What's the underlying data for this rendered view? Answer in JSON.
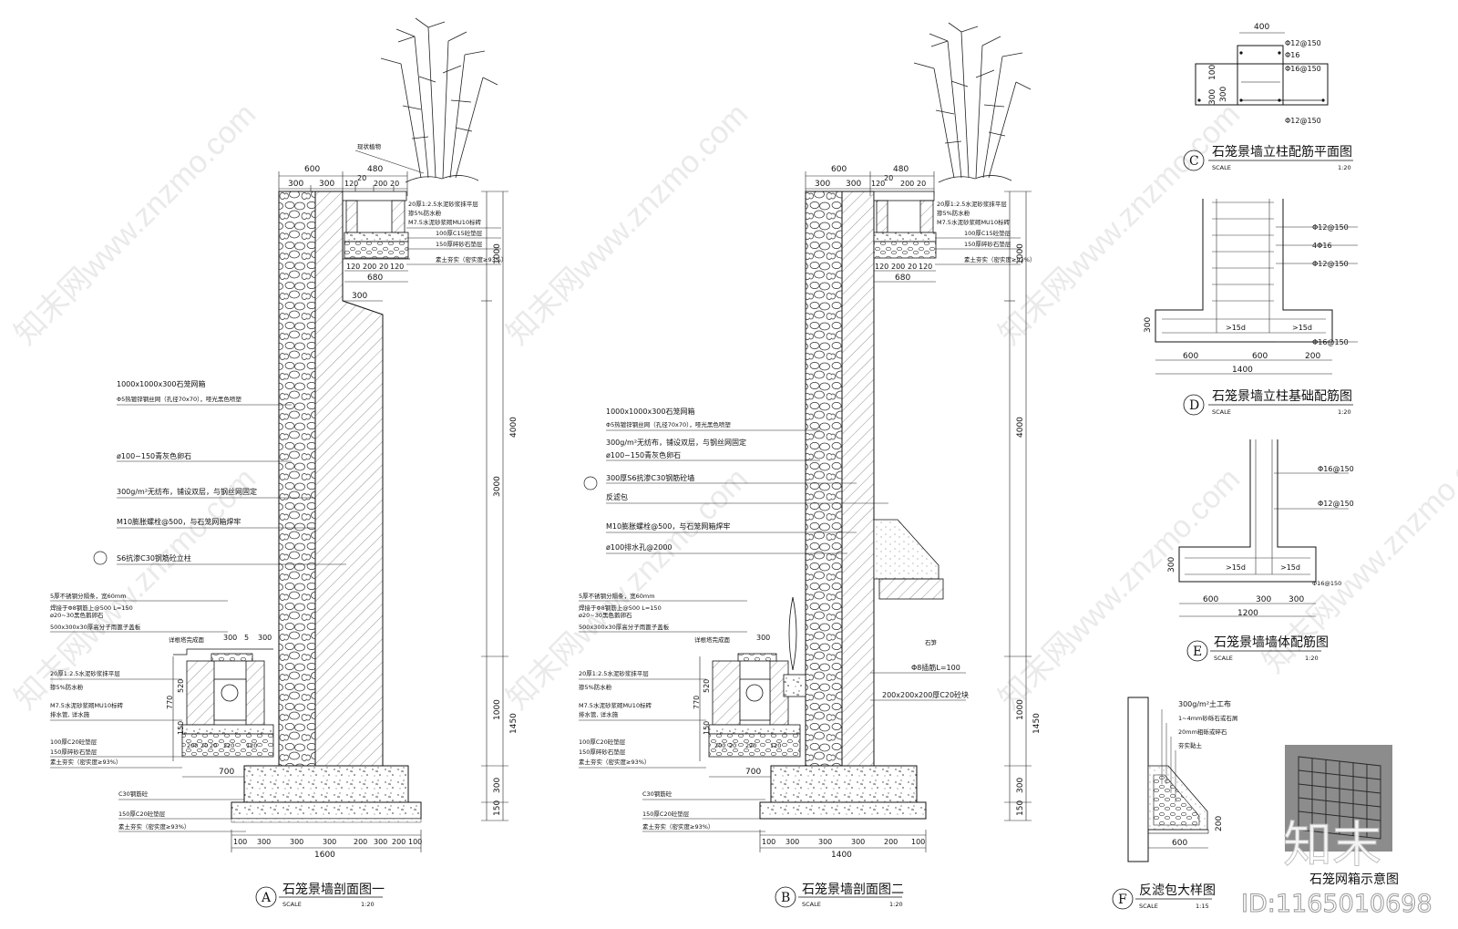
{
  "watermark": {
    "text": "知末网www.znzmo.com",
    "logo": "知末",
    "id_text": "ID:1165010698"
  },
  "section_a": {
    "title": "石笼景墙剖面图一",
    "letter": "A",
    "scale_label": "SCALE",
    "scale": "1:20",
    "plant_label": "现状植物",
    "top_dims": [
      "600",
      "480",
      "300",
      "300",
      "120",
      "20",
      "200",
      "20",
      "120",
      "20"
    ],
    "top_right_notes": [
      "20厚1:2.5水泥砂浆抹平层",
      "掺5%防水粉",
      "M7.5水泥砂浆砌MU10标砖",
      "100厚C15砼垫层",
      "150厚碎砂石垫层",
      "素土夯实（密实度≥93%）"
    ],
    "planter_bottom_dims": [
      "120",
      "200",
      "20",
      "120",
      "680",
      "300"
    ],
    "left_notes": [
      "1000x1000x300石笼网箱",
      "Φ5热镀锌钢丝网（孔径70x70），哑光黑色喷塑",
      "ø100~150青灰色卵石",
      "300g/m²无纺布，铺设双层，与钢丝网固定",
      "M10膨胀螺栓@500，与石笼网箱焊牢",
      "S6抗渗C30钢筋砼立柱"
    ],
    "lower_notes": [
      "5厚不锈钢分隔条，宽60mm",
      "焊接于Φ8钢筋上@500 L=150",
      "ø20~30黑色鹅卵石",
      "500x300x30厚高分子雨篦子盖板",
      "详根塔完成面",
      "20厚1:2.5水泥砂浆抹平层",
      "掺5%防水粉",
      "M7.5水泥砂浆砌MU10标砖",
      "排水管, 详水施",
      "100厚C20砼垫层",
      "150厚碎砂石垫层",
      "素土夯实（密实度≥93%）",
      "C30钢筋砼",
      "150厚C20砼垫层",
      "素土夯实（密实度≥93%）"
    ],
    "ditch_dims": [
      "300",
      "5",
      "300",
      "770",
      "520",
      "150",
      "200",
      "20",
      "20",
      "220",
      "120",
      "700"
    ],
    "right_dims": [
      "1000",
      "4000",
      "3000",
      "1000",
      "1450",
      "300",
      "150"
    ],
    "bottom_dims": [
      "100",
      "300",
      "300",
      "300",
      "200",
      "300",
      "200",
      "100",
      "1600"
    ]
  },
  "section_b": {
    "title": "石笼景墙剖面图二",
    "letter": "B",
    "scale_label": "SCALE",
    "scale": "1:20",
    "top_dims": [
      "600",
      "480",
      "300",
      "300",
      "120",
      "20",
      "200",
      "20",
      "120",
      "20"
    ],
    "top_right_notes": [
      "20厚1:2.5水泥砂浆抹平层",
      "掺5%防水粉",
      "M7.5水泥砂浆砌MU10标砖",
      "100厚C15砼垫层",
      "150厚碎砂石垫层",
      "素土夯实（密实度≥93%）"
    ],
    "planter_bottom_dims": [
      "120",
      "200",
      "20",
      "120",
      "680"
    ],
    "left_notes": [
      "1000x1000x300石笼网箱",
      "Φ5热镀锌钢丝网（孔径70x70），哑光黑色喷塑",
      "300g/m²无纺布，铺设双层，与钢丝网固定",
      "ø100~150青灰色卵石",
      "300厚S6抗渗C30钢筋砼墙",
      "反滤包",
      "M10膨胀螺栓@500，与石笼网箱焊牢",
      "ø100排水孔@2000"
    ],
    "right_notes": [
      "石笋",
      "Φ8插筋L=100",
      "200x200x200厚C20砼块"
    ],
    "lower_notes": [
      "5厚不锈钢分隔条，宽60mm",
      "焊接于Φ8钢筋上@500 L=150",
      "ø20~30黑色鹅卵石",
      "500x300x30厚高分子雨篦子盖板",
      "详根塔完成面",
      "20厚1:2.5水泥砂浆抹平层",
      "掺5%防水粉",
      "M7.5水泥砂浆砌MU10标砖",
      "排水管, 详水施",
      "100厚C20砼垫层",
      "150厚碎砂石垫层",
      "素土夯实（密实度≥93%）",
      "C30钢筋砼",
      "150厚C20砼垫层",
      "素土夯实（密实度≥93%）"
    ],
    "ditch_dims": [
      "300",
      "770",
      "520",
      "150",
      "200",
      "20",
      "220",
      "120",
      "700"
    ],
    "right_dims": [
      "1000",
      "4000",
      "1000",
      "1450",
      "300",
      "150"
    ],
    "bottom_dims": [
      "100",
      "300",
      "300",
      "300",
      "200",
      "100",
      "1400"
    ]
  },
  "detail_c": {
    "title": "石笼景墙立柱配筋平面图",
    "letter": "C",
    "scale_label": "SCALE",
    "scale": "1:20",
    "dims": [
      "400",
      "100",
      "300",
      "300"
    ],
    "notes": [
      "Φ12@150",
      "Φ16",
      "Φ16@150",
      "Φ12@150"
    ]
  },
  "detail_d": {
    "title": "石笼景墙立柱基础配筋图",
    "letter": "D",
    "scale_label": "SCALE",
    "scale": "1:20",
    "notes": [
      "Φ12@150",
      "4Φ16",
      "Φ12@150",
      "Φ16@150"
    ],
    "inner": [
      ">15d",
      ">15d"
    ],
    "dims": [
      "300",
      "600",
      "600",
      "200",
      "1400"
    ]
  },
  "detail_e": {
    "title": "石笼景墙墙体配筋图",
    "letter": "E",
    "scale_label": "SCALE",
    "scale": "1:20",
    "notes": [
      "Φ16@150",
      "Φ12@150",
      "Φ16@150"
    ],
    "inner": [
      ">15d",
      ">15d"
    ],
    "dims": [
      "300",
      "600",
      "300",
      "300",
      "1200"
    ]
  },
  "detail_f": {
    "title": "反滤包大样图",
    "letter": "F",
    "scale_label": "SCALE",
    "scale": "1:15",
    "notes": [
      "300g/m²土工布",
      "1~4mm砂砾石或石屑",
      "20mm粗砾或碎石",
      "夯实黏土"
    ],
    "dims": [
      "200",
      "600"
    ]
  },
  "photo": {
    "caption": "石笼网箱示意图"
  }
}
